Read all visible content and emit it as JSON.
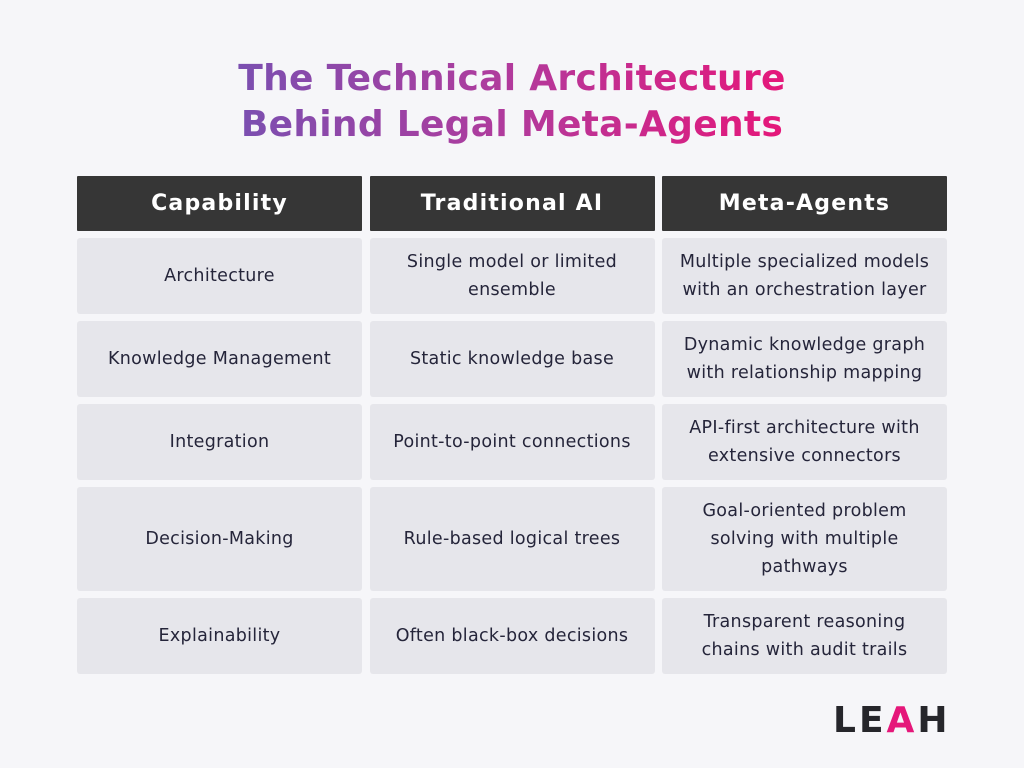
{
  "title": {
    "line1": "The Technical Architecture",
    "line2": "Behind Legal Meta-Agents",
    "gradient": [
      "#7b4fb0",
      "#e5177a"
    ]
  },
  "table": {
    "headers": [
      "Capability",
      "Traditional AI",
      "Meta-Agents"
    ],
    "rows": [
      [
        "Architecture",
        "Single model or limited ensemble",
        "Multiple specialized models with an orchestration layer"
      ],
      [
        "Knowledge Management",
        "Static knowledge base",
        "Dynamic knowledge graph with relationship mapping"
      ],
      [
        "Integration",
        "Point-to-point connections",
        "API-first architecture with extensive connectors"
      ],
      [
        "Decision-Making",
        "Rule-based logical trees",
        "Goal-oriented problem solving with multiple pathways"
      ],
      [
        "Explainability",
        "Often black-box decisions",
        "Transparent reasoning chains with audit trails"
      ]
    ]
  },
  "logo": {
    "part1": "LE",
    "accent": "A",
    "part2": "H",
    "accent_color": "#e5177a"
  }
}
